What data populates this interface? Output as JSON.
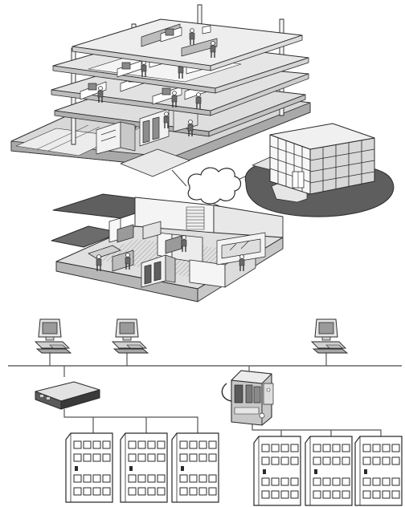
{
  "diagram": {
    "style": "grayscale isometric line illustration",
    "palette": {
      "stroke": "#2a2a2a",
      "floor": "#d8d8d8",
      "floor_light": "#e9e9e9",
      "floor_dark": "#a9a9a9",
      "wall": "#f2f2f2",
      "shadow": "#6e6e6e",
      "bus_line": "#555555",
      "screen": "#9a9a9a"
    },
    "nodes": [
      {
        "id": "office-tower",
        "icon": "three-storey-office-building-cutaway"
      },
      {
        "id": "network-cloud",
        "icon": "cloud-icon"
      },
      {
        "id": "remote-building",
        "icon": "office-block-building"
      },
      {
        "id": "factory-floor",
        "icon": "single-storey-plant-cutaway"
      },
      {
        "id": "workstation-1",
        "icon": "computer-workstation-icon"
      },
      {
        "id": "workstation-2",
        "icon": "computer-workstation-icon"
      },
      {
        "id": "workstation-3",
        "icon": "computer-workstation-icon"
      },
      {
        "id": "network-hub",
        "icon": "network-hub-icon"
      },
      {
        "id": "plc-controller",
        "icon": "programmable-controller-icon"
      },
      {
        "id": "io-rack-1",
        "icon": "io-module-rack-icon"
      },
      {
        "id": "io-rack-2",
        "icon": "io-module-rack-icon"
      },
      {
        "id": "io-rack-3",
        "icon": "io-module-rack-icon"
      },
      {
        "id": "io-rack-4",
        "icon": "io-module-rack-icon"
      },
      {
        "id": "io-rack-5",
        "icon": "io-module-rack-icon"
      },
      {
        "id": "io-rack-6",
        "icon": "io-module-rack-icon"
      }
    ]
  }
}
